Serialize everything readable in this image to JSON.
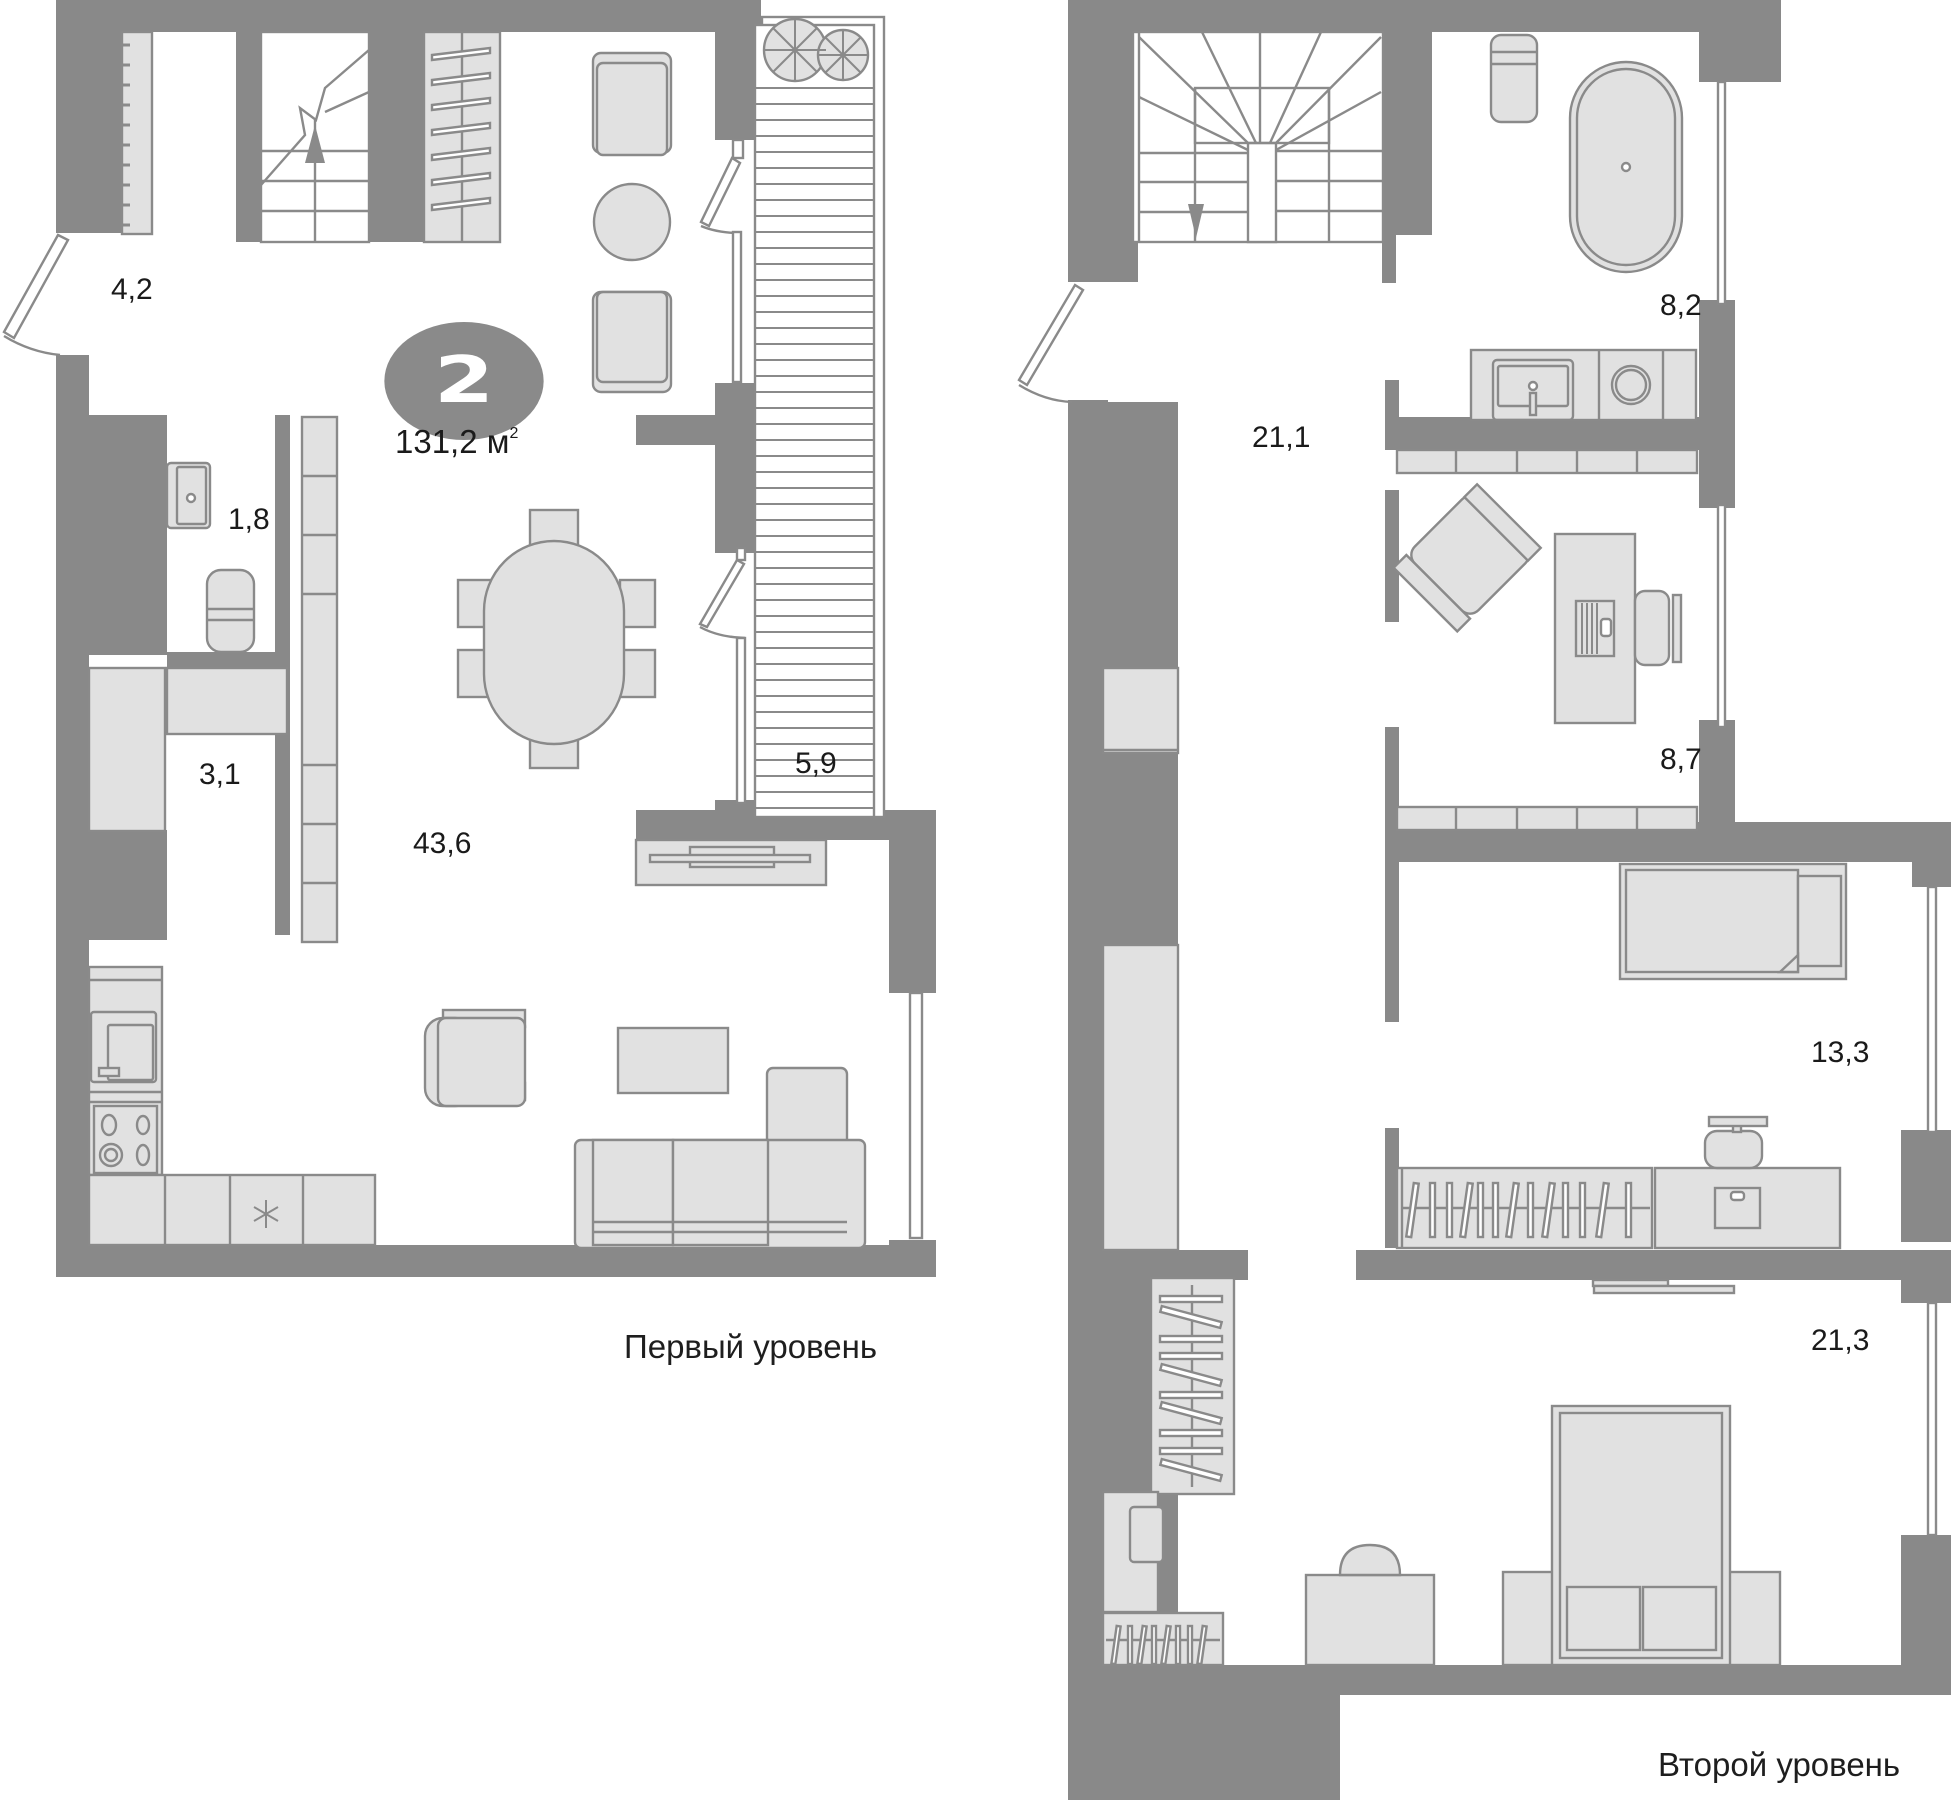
{
  "plan": {
    "rooms_count_badge": "2",
    "total_area": "131,2 м",
    "total_area_unit_sup": "2",
    "colors": {
      "wall": "#898989",
      "furniture_fill": "#e1e1e1",
      "furniture_stroke": "#8a8a8a",
      "text": "#1a1a1a",
      "background": "#ffffff"
    }
  },
  "levels": [
    {
      "caption": "Первый уровень",
      "rooms": [
        {
          "name": "hall",
          "area": "4,2"
        },
        {
          "name": "bathroom",
          "area": "1,8"
        },
        {
          "name": "storage",
          "area": "3,1"
        },
        {
          "name": "kitchen-living",
          "area": "43,6"
        },
        {
          "name": "terrace",
          "area": "5,9"
        }
      ]
    },
    {
      "caption": "Второй уровень",
      "rooms": [
        {
          "name": "hall",
          "area": "21,1"
        },
        {
          "name": "bathroom",
          "area": "8,2"
        },
        {
          "name": "office",
          "area": "8,7"
        },
        {
          "name": "bedroom-small",
          "area": "13,3"
        },
        {
          "name": "bedroom-master",
          "area": "21,3"
        }
      ]
    }
  ]
}
